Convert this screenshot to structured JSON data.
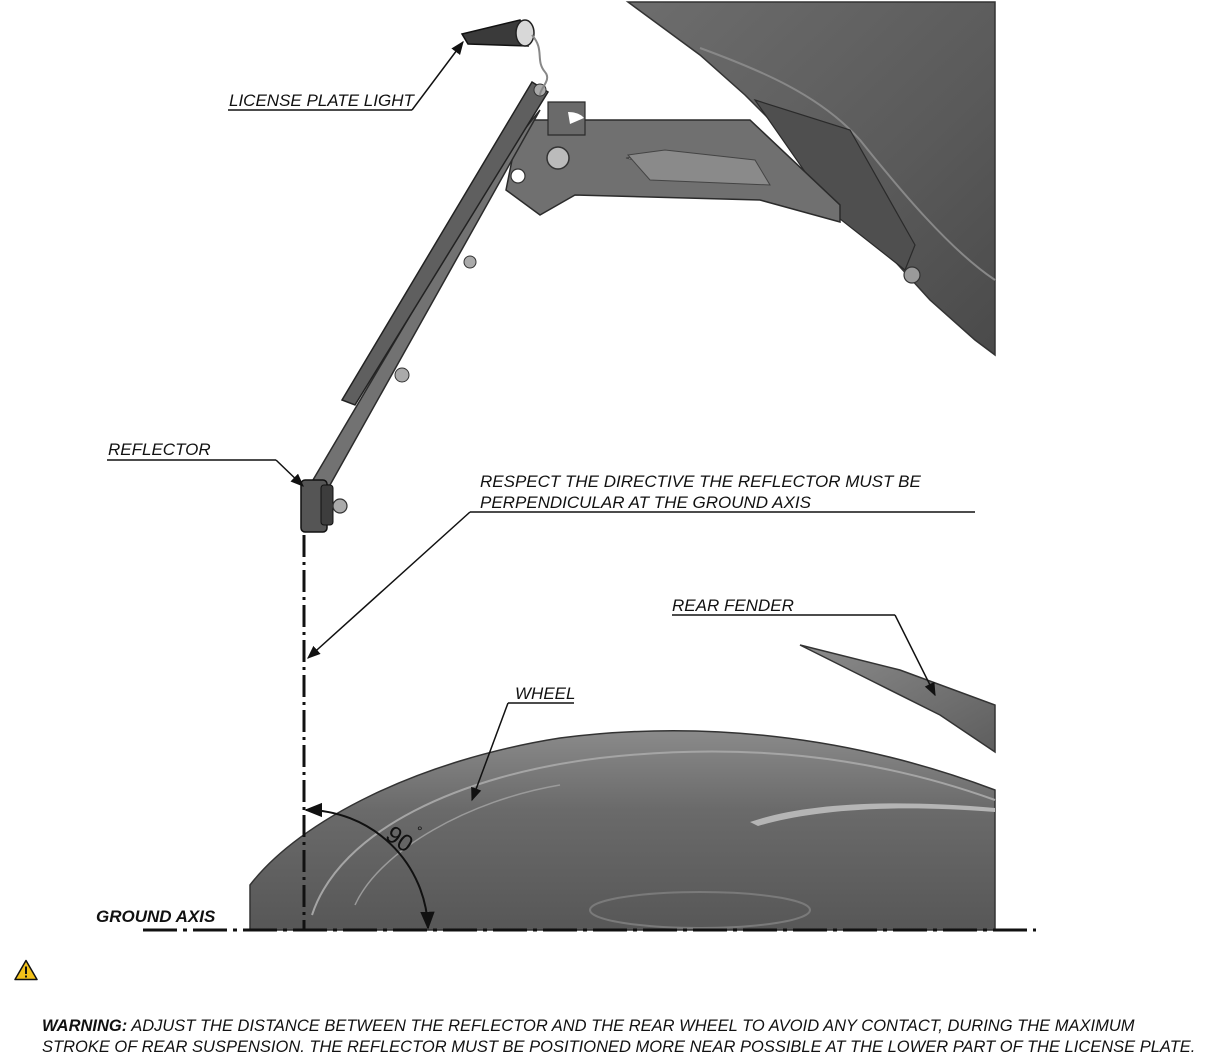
{
  "labels": {
    "license_plate_light": "LICENSE PLATE LIGHT",
    "reflector": "REFLECTOR",
    "directive_line1": "RESPECT THE DIRECTIVE THE REFLECTOR MUST BE",
    "directive_line2": "PERPENDICULAR AT THE GROUND AXIS",
    "rear_fender": "REAR FENDER",
    "wheel": "WHEEL",
    "ground_axis": "GROUND AXIS",
    "angle": "90",
    "angle_unit": "°"
  },
  "warning": {
    "prefix": "WARNING:",
    "text": " ADJUST THE DISTANCE BETWEEN THE REFLECTOR AND THE REAR WHEEL TO AVOID ANY CONTACT, DURING THE MAXIMUM STROKE OF REAR SUSPENSION. THE REFLECTOR MUST BE POSITIONED MORE NEAR POSSIBLE AT THE LOWER PART OF THE LICENSE PLATE."
  },
  "colors": {
    "part_dark": "#5c5c5c",
    "part_mid": "#7a7a7a",
    "line": "#111111",
    "warning_yellow": "#f3c21a"
  }
}
